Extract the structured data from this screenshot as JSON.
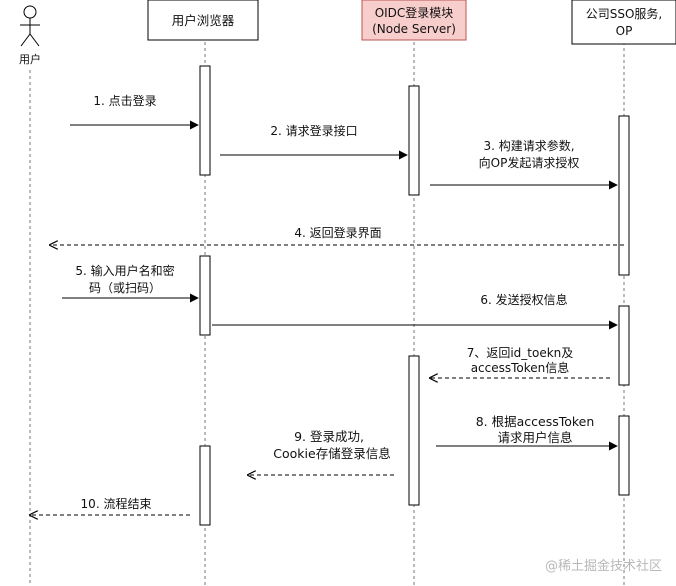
{
  "actor": {
    "name": "用户"
  },
  "participants": [
    {
      "key": "browser",
      "lines": [
        "用户浏览器"
      ],
      "fill": "#ffffff",
      "stroke": "#000000"
    },
    {
      "key": "oidc",
      "lines": [
        "OIDC登录模块",
        "(Node Server)"
      ],
      "fill": "#f8cecc",
      "stroke": "#b85450"
    },
    {
      "key": "sso",
      "lines": [
        "公司SSO服务,",
        "OP"
      ],
      "fill": "#ffffff",
      "stroke": "#000000"
    }
  ],
  "messages": [
    {
      "id": "m1",
      "lines": [
        "1. 点击登录"
      ],
      "style": "solid",
      "direction": "right"
    },
    {
      "id": "m2",
      "lines": [
        "2. 请求登录接口"
      ],
      "style": "solid",
      "direction": "right"
    },
    {
      "id": "m3",
      "lines": [
        "3. 构建请求参数,",
        "向OP发起请求授权"
      ],
      "style": "solid",
      "direction": "right"
    },
    {
      "id": "m4",
      "lines": [
        "4. 返回登录界面"
      ],
      "style": "dashed",
      "direction": "left"
    },
    {
      "id": "m5",
      "lines": [
        "5. 输入用户名和密",
        "码（或扫码）"
      ],
      "style": "solid",
      "direction": "right"
    },
    {
      "id": "m6",
      "lines": [
        "6. 发送授权信息"
      ],
      "style": "solid",
      "direction": "right"
    },
    {
      "id": "m7",
      "lines": [
        "7、返回id_toekn及",
        "accessToken信息"
      ],
      "style": "dashed",
      "direction": "left"
    },
    {
      "id": "m8",
      "lines": [
        "8. 根据accessToken",
        "请求用户信息"
      ],
      "style": "solid",
      "direction": "right"
    },
    {
      "id": "m9",
      "lines": [
        "9. 登录成功,",
        "Cookie存储登录信息"
      ],
      "style": "dashed",
      "direction": "left"
    },
    {
      "id": "m10",
      "lines": [
        "10. 流程结束"
      ],
      "style": "dashed",
      "direction": "left"
    }
  ],
  "watermark": "@稀土掘金技术社区"
}
